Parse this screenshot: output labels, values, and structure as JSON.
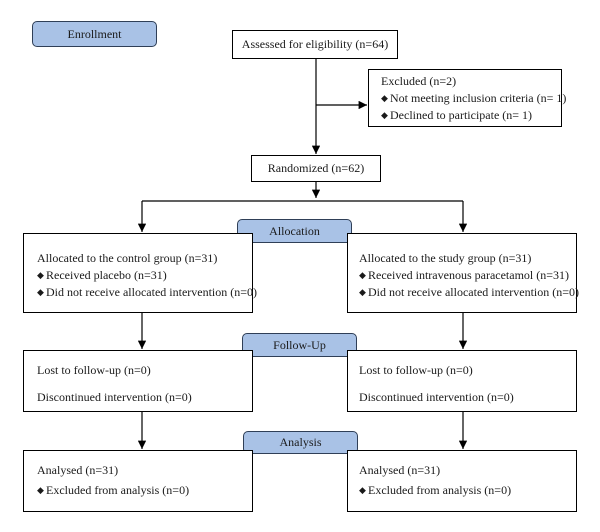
{
  "stages": {
    "enrollment": "Enrollment",
    "allocation": "Allocation",
    "follow_up": "Follow-Up",
    "analysis": "Analysis"
  },
  "assessed": "Assessed for eligibility (n=64)",
  "excluded": {
    "title": "Excluded (n=2)",
    "bullets": [
      "Not meeting inclusion criteria (n= 1)",
      "Declined to participate (n= 1)"
    ]
  },
  "randomized": "Randomized (n=62)",
  "allocation": {
    "control": {
      "title": "Allocated to the control group (n=31)",
      "bullets": [
        "Received placebo (n=31)",
        "Did not receive allocated intervention (n=0)"
      ]
    },
    "study": {
      "title": "Allocated to the study group (n=31)",
      "bullets": [
        "Received intravenous paracetamol (n=31)",
        "Did not receive allocated intervention (n=0)"
      ]
    }
  },
  "follow_up": {
    "control": {
      "lost": "Lost to follow-up (n=0)",
      "discontinued": "Discontinued intervention (n=0)"
    },
    "study": {
      "lost": "Lost to follow-up (n=0)",
      "discontinued": "Discontinued intervention (n=0)"
    }
  },
  "analysis": {
    "control": {
      "analysed": "Analysed (n=31)",
      "excluded": "Excluded from analysis (n=0)"
    },
    "study": {
      "analysed": "Analysed (n=31)",
      "excluded": "Excluded from analysis (n=0)"
    }
  },
  "colors": {
    "stage_fill": "#a9c2e6",
    "stage_border": "#2f3f57",
    "box_border": "#000000"
  }
}
